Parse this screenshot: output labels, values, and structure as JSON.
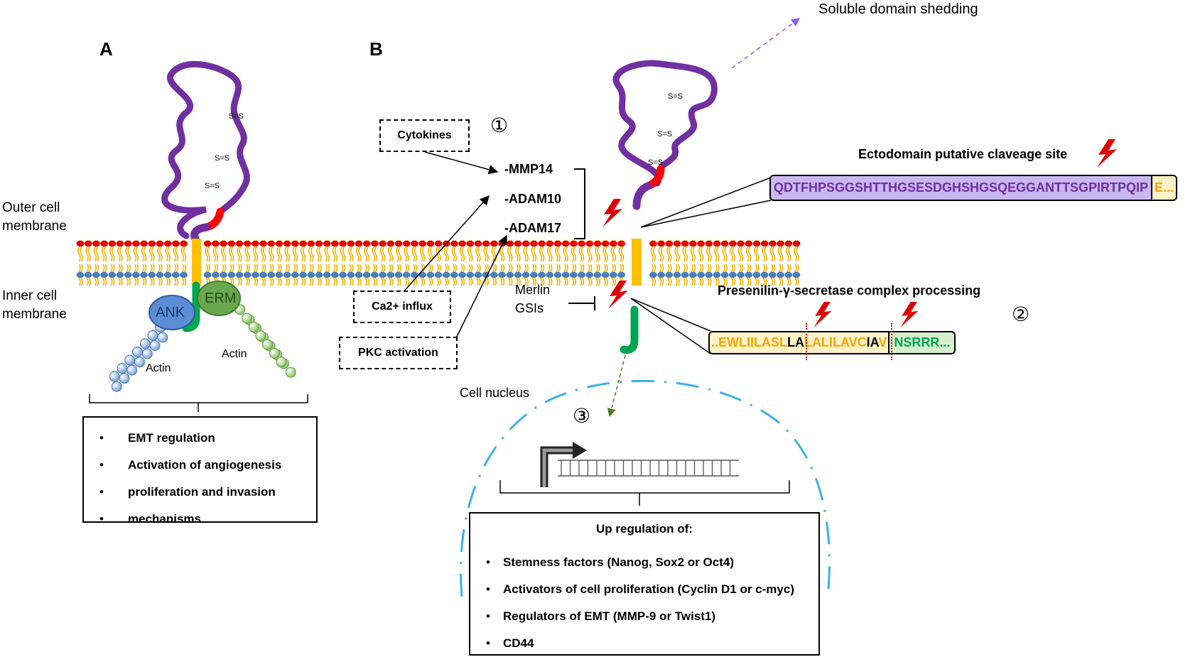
{
  "panels": {
    "a": "A",
    "b": "B"
  },
  "membrane_labels": {
    "outer": [
      "Outer cell",
      "membrane"
    ],
    "inner": [
      "Inner cell",
      "membrane"
    ]
  },
  "panel_a": {
    "disulfides": [
      "S=S",
      "S=S",
      "S=S"
    ],
    "proteins": {
      "ank": "ANK",
      "erm": "ERM"
    },
    "actin": [
      "Actin",
      "Actin"
    ],
    "functions": [
      "EMT regulation",
      "Activation of angiogenesis",
      "proliferation and invasion",
      "mechanisms"
    ]
  },
  "panel_b": {
    "steps": [
      "①",
      "②",
      "③"
    ],
    "triggers": {
      "cytokines": "Cytokines",
      "ca": "Ca2+ influx",
      "pkc": "PKC activation"
    },
    "enzymes": [
      "-MMP14",
      "-ADAM10",
      "-ADAM17"
    ],
    "inhibitors": [
      "Merlin",
      "GSIs"
    ],
    "disulfides": [
      "S=S",
      "S=S",
      "S=S"
    ],
    "shedding": "Soluble domain shedding",
    "ecto_title": "Ectodomain putative claveage site",
    "ecto_seq": "QDTFHPSGGSHTTHGSESDGHSHGSQEGGANTTSGPIRTPQIP",
    "ecto_tail": "E...",
    "presenilin_title": "Presenilin-γ-secretase complex processing",
    "tm_seq": [
      {
        "text": "..EWLIILASL",
        "color": "#f2a600"
      },
      {
        "text": "LA",
        "color": "#000000"
      },
      {
        "text": "LALILAVC",
        "color": "#f2a600"
      },
      {
        "text": "IA",
        "color": "#000000"
      },
      {
        "text": "V",
        "color": "#f2a600"
      }
    ],
    "cyto_seq": "NSRRR...",
    "nucleus": "Cell nucleus",
    "upregulation_title": "Up regulation of:",
    "upregulation": [
      "Stemness factors (Nanog, Sox2 or Oct4)",
      "Activators of cell proliferation (Cyclin D1 or c-myc)",
      "Regulators of EMT (MMP-9 or Twist1)",
      "CD44"
    ]
  },
  "colors": {
    "ectodomain": "#7030a0",
    "cleavage_stalk": "#ff0000",
    "transmembrane": "#ffc000",
    "cytoplasmic": "#00a651",
    "lipid_head_top": "#e00000",
    "lipid_head_bottom": "#4a7ebb",
    "lipid_tail": "#f0b400",
    "ank": "#5b8ed6",
    "erm": "#6aa84f",
    "nucleus_envelope": "#3cb0e6",
    "lightning": "#e00000"
  }
}
